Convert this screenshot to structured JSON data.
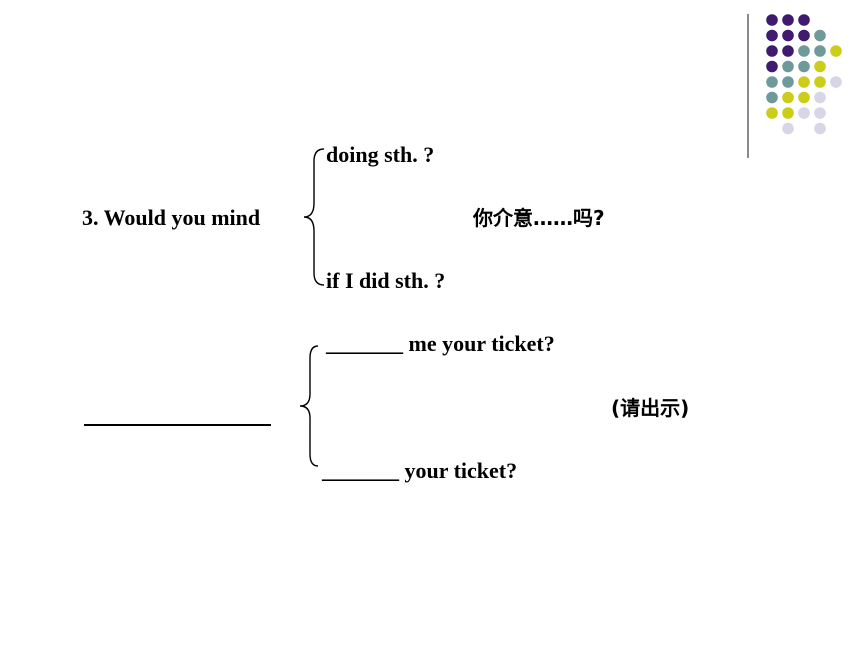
{
  "slide": {
    "item1": {
      "lead": "3. Would you mind",
      "option_top": "doing sth. ?",
      "option_bottom": "if I did sth. ?",
      "translation": "你介意……吗?"
    },
    "item2": {
      "option_top": "_______ me your ticket?",
      "option_bottom": "_______ your ticket?",
      "translation": "(请出示)"
    }
  },
  "decoration": {
    "dot_colors": {
      "purple": "#3f1a6e",
      "teal": "#6f9a9c",
      "yellow": "#cccc1a",
      "lavender": "#d6d6e6"
    }
  }
}
